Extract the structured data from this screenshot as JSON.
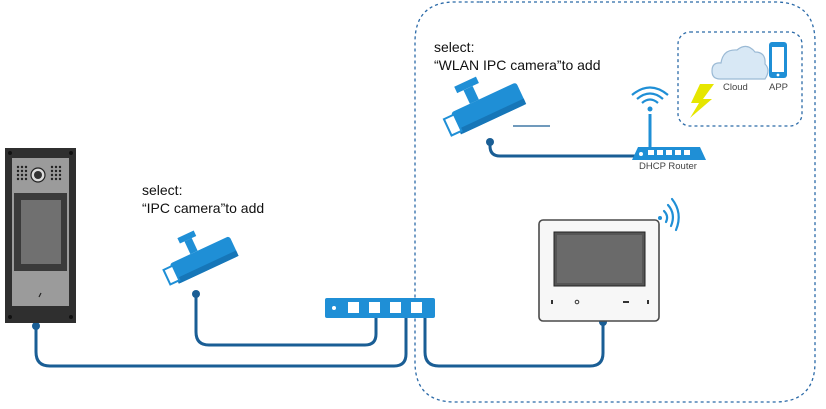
{
  "labels": {
    "wlan_select": "select:",
    "wlan_action": "“WLAN IPC camera”to add",
    "ipc_select": "select:",
    "ipc_action": "“IPC camera”to add",
    "router": "DHCP Router",
    "cloud": "Cloud",
    "app": "APP"
  },
  "colors": {
    "accent": "#1f8fd6",
    "cable": "#1a5e95",
    "dashed_border": "#2b6aa8",
    "lightning": "#e6e600",
    "panel_dark": "#2f2f2f"
  }
}
